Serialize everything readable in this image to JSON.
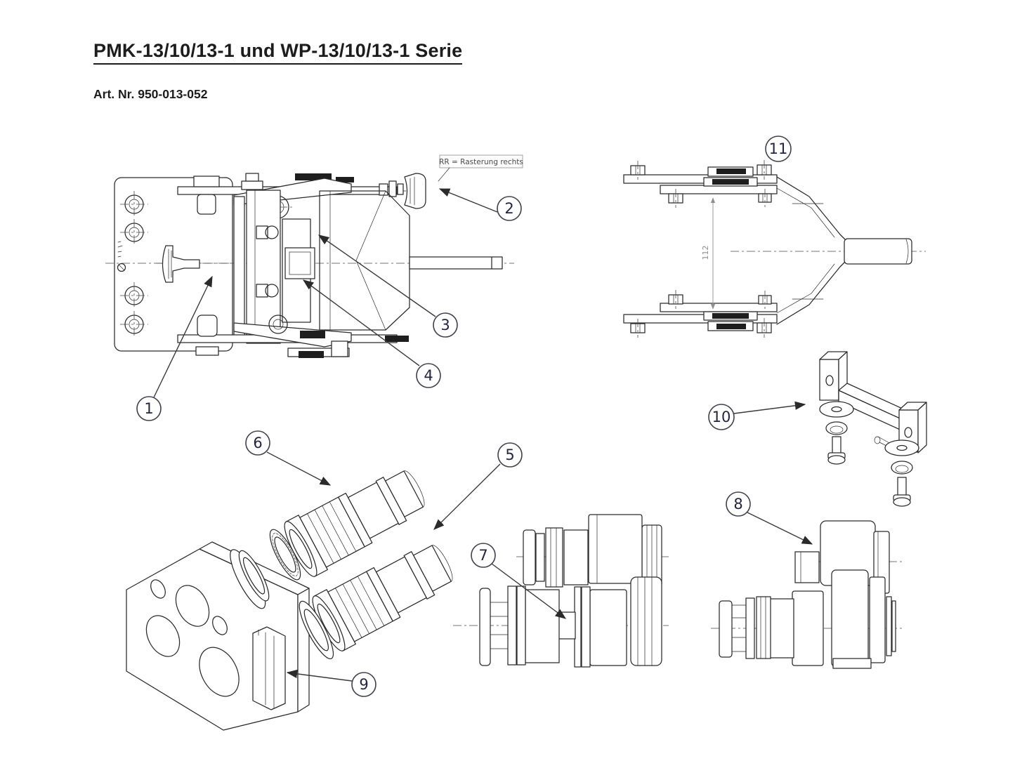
{
  "doc": {
    "title": "PMK-13/10/13-1 und WP-13/10/13-1 Serie",
    "art_nr": "Art. Nr. 950-013-052"
  },
  "annotations": {
    "rr_note": "RR = Rasterung rechts",
    "dimension_112": "112"
  },
  "callouts": {
    "c1": "1",
    "c2": "2",
    "c3": "3",
    "c4": "4",
    "c5": "5",
    "c6": "6",
    "c7": "7",
    "c8": "8",
    "c9": "9",
    "c10": "10",
    "c11": "11"
  },
  "colors": {
    "background": "#ffffff",
    "line": "#2b2b2b",
    "callout_text": "#232348",
    "annotation_text": "#4a4a4a",
    "dimension_text": "#8f8f8f"
  }
}
